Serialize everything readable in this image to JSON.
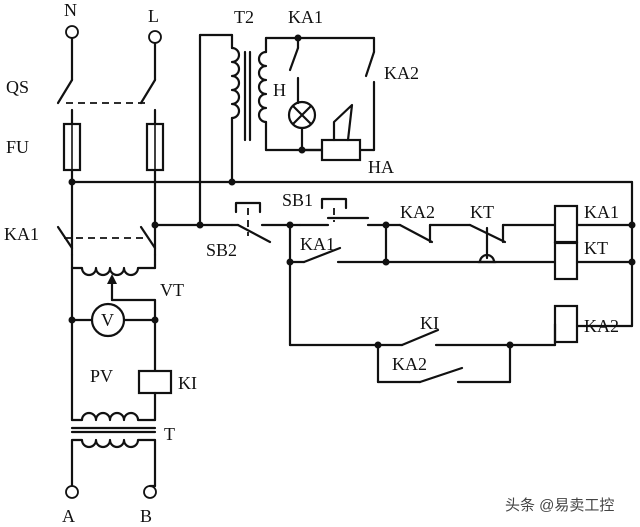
{
  "labels": {
    "N": "N",
    "L": "L",
    "QS": "QS",
    "FU": "FU",
    "KA1_left": "KA1",
    "VT": "VT",
    "PV": "PV",
    "KI_left": "KI",
    "T": "T",
    "A": "A",
    "B": "B",
    "V": "V",
    "T2": "T2",
    "KA1_top": "KA1",
    "KA2_top": "KA2",
    "H": "H",
    "HA": "HA",
    "SB1": "SB1",
    "SB2": "SB2",
    "KA2_row1": "KA2",
    "KT_row1": "KT",
    "KA1_coil": "KA1",
    "KA1_row2": "KA1",
    "KT_coil": "KT",
    "KI_row3": "KI",
    "KA2_row3": "KA2",
    "KA2_coil": "KA2"
  },
  "watermark": "头条 @易卖工控"
}
